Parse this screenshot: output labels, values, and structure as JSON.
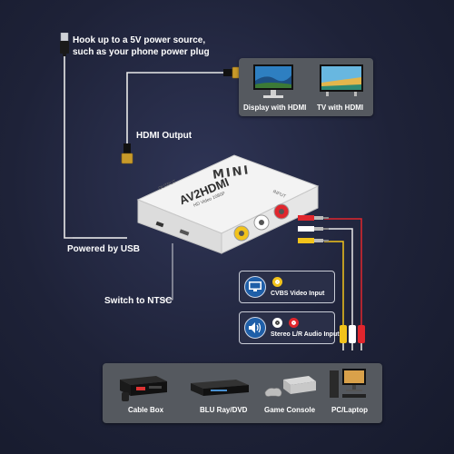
{
  "labels": {
    "power_source_line1": "Hook up to a 5V power source,",
    "power_source_line2": "such as your phone power plug",
    "hdmi_output": "HDMI Output",
    "powered_by_usb": "Powered by USB",
    "switch_to_ntsc": "Switch to NTSC"
  },
  "displays": [
    {
      "label": "Display with HDMI"
    },
    {
      "label": "TV with HDMI"
    }
  ],
  "device": {
    "badge": "MINI",
    "model": "AV2HDMI",
    "subtitle": "HD Video 1080P",
    "output_label": "OUTPUT",
    "input_label": "INPUT"
  },
  "inputs": [
    {
      "label": "CVBS Video Input",
      "icon": "monitor-icon",
      "jack_colors": [
        "#f2c31b"
      ]
    },
    {
      "label": "Stereo L/R Audio Input",
      "icon": "speaker-icon",
      "jack_colors": [
        "#ffffff",
        "#e0262d"
      ]
    }
  ],
  "sources": [
    {
      "label": "Cable Box",
      "icon": "cable-box-icon"
    },
    {
      "label": "BLU Ray/DVD",
      "icon": "dvd-player-icon"
    },
    {
      "label": "Game Console",
      "icon": "game-console-icon"
    },
    {
      "label": "PC/Laptop",
      "icon": "pc-icon"
    }
  ],
  "colors": {
    "background": "#1e2238",
    "panel": "#55595f",
    "device_body": "#f1f1f1",
    "rca_yellow": "#f2c31b",
    "rca_white": "#ffffff",
    "rca_red": "#e0262d",
    "io_icon_blue": "#1f5fa8"
  }
}
